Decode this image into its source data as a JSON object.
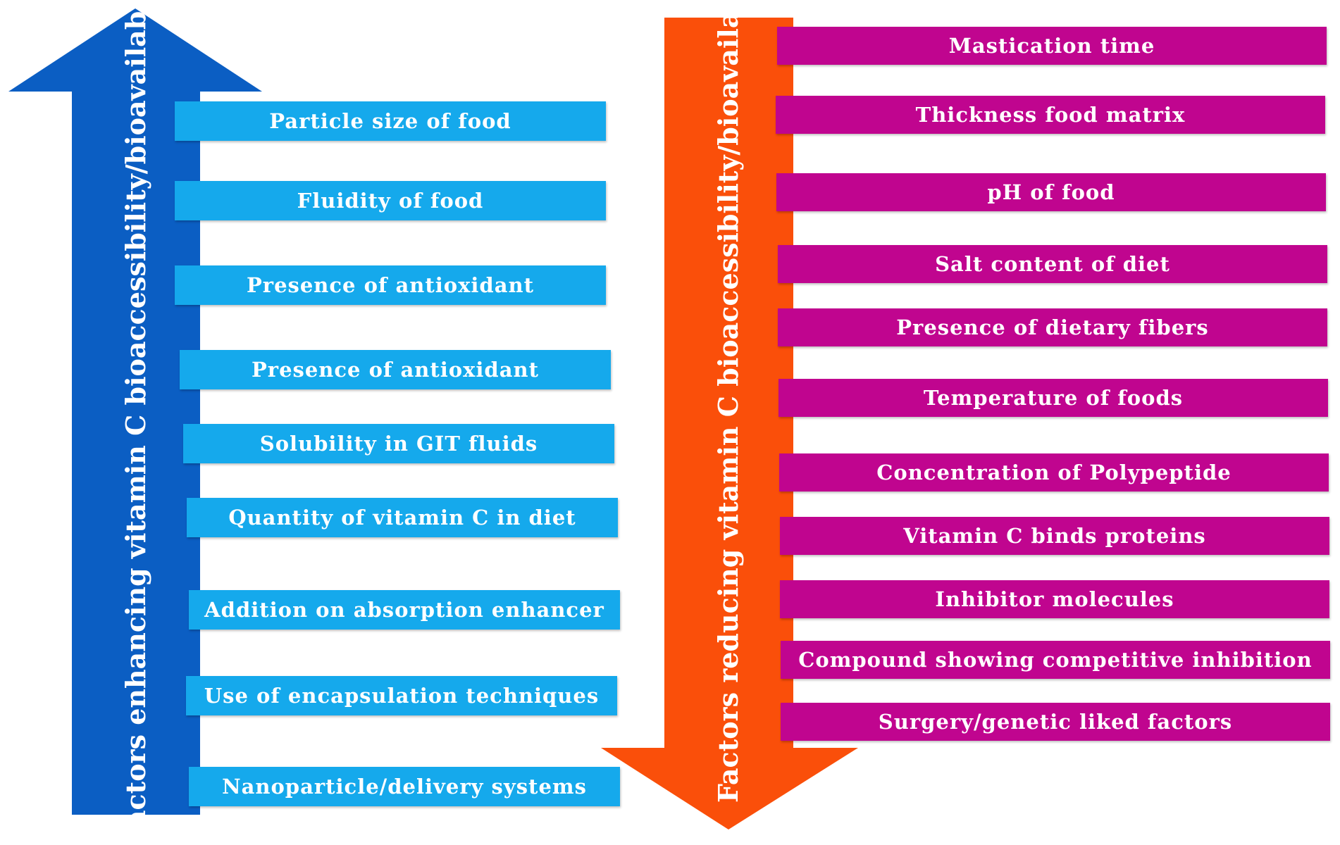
{
  "colors": {
    "enhancing_arrow": "#0b5ec3",
    "reducing_arrow": "#fa4f0a",
    "enhancing_box": "#15a9ec",
    "reducing_box": "#c0058f",
    "text": "#ffffff"
  },
  "enhancing": {
    "label": "Factors enhancing vitamin C bioaccessibility/bioavailability",
    "direction": "up",
    "items": [
      "Particle size of food",
      "Fluidity of food",
      "Presence of antioxidant",
      "Presence of antioxidant",
      "Solubility in GIT fluids",
      "Quantity of vitamin C in diet",
      "Addition on absorption enhancer",
      "Use of encapsulation techniques",
      "Nanoparticle/delivery systems"
    ]
  },
  "reducing": {
    "label": "Factors reducing vitamin C bioaccessibility/bioavailability",
    "direction": "down",
    "items": [
      "Mastication time",
      "Thickness food matrix",
      "pH of food",
      "Salt content of diet",
      "Presence of dietary fibers",
      "Temperature of foods",
      "Concentration of Polypeptide",
      "Vitamin C binds proteins",
      "Inhibitor molecules",
      "Compound showing competitive inhibition",
      "Surgery/genetic liked factors"
    ]
  }
}
